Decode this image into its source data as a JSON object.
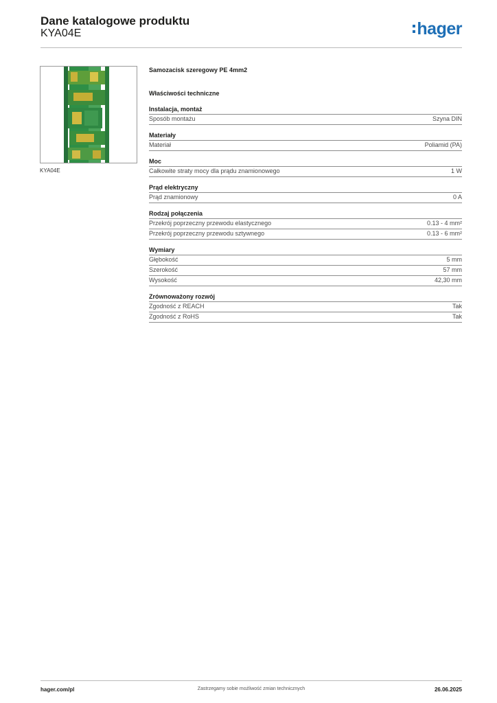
{
  "header": {
    "title": "Dane katalogowe produktu",
    "code": "KYA04E",
    "logo_text": "hager",
    "brand_color": "#1e6fb6"
  },
  "product": {
    "image_caption": "KYA04E",
    "name": "Samozacisk szeregowy PE 4mm2",
    "properties_heading": "Właściwości techniczne"
  },
  "sections": [
    {
      "title": "Instalacja, montaż",
      "rows": [
        {
          "label": "Sposób montażu",
          "value": "Szyna DIN"
        }
      ]
    },
    {
      "title": "Materiały",
      "rows": [
        {
          "label": "Materiał",
          "value": "Poliamid (PA)"
        }
      ]
    },
    {
      "title": "Moc",
      "rows": [
        {
          "label": "Całkowite straty mocy dla prądu znamionowego",
          "value": "1 W"
        }
      ]
    },
    {
      "title": "Prąd elektryczny",
      "rows": [
        {
          "label": "Prąd znamionowy",
          "value": "0 A"
        }
      ]
    },
    {
      "title": "Rodzaj połączenia",
      "rows": [
        {
          "label": "Przekrój poprzeczny przewodu elastycznego",
          "value": "0.13 - 4 mm²"
        },
        {
          "label": "Przekrój poprzeczny przewodu sztywnego",
          "value": "0.13 - 6 mm²"
        }
      ]
    },
    {
      "title": "Wymiary",
      "rows": [
        {
          "label": "Głębokość",
          "value": "5 mm"
        },
        {
          "label": "Szerokość",
          "value": "57 mm"
        },
        {
          "label": "Wysokość",
          "value": "42,30 mm"
        }
      ]
    },
    {
      "title": "Zrównoważony rozwój",
      "rows": [
        {
          "label": "Zgodność z REACH",
          "value": "Tak"
        },
        {
          "label": "Zgodność z RoHS",
          "value": "Tak"
        }
      ]
    }
  ],
  "footer": {
    "website": "hager.com/pl",
    "disclaimer": "Zastrzegamy sobie możliwość zmian technicznych",
    "date": "26.06.2025"
  }
}
